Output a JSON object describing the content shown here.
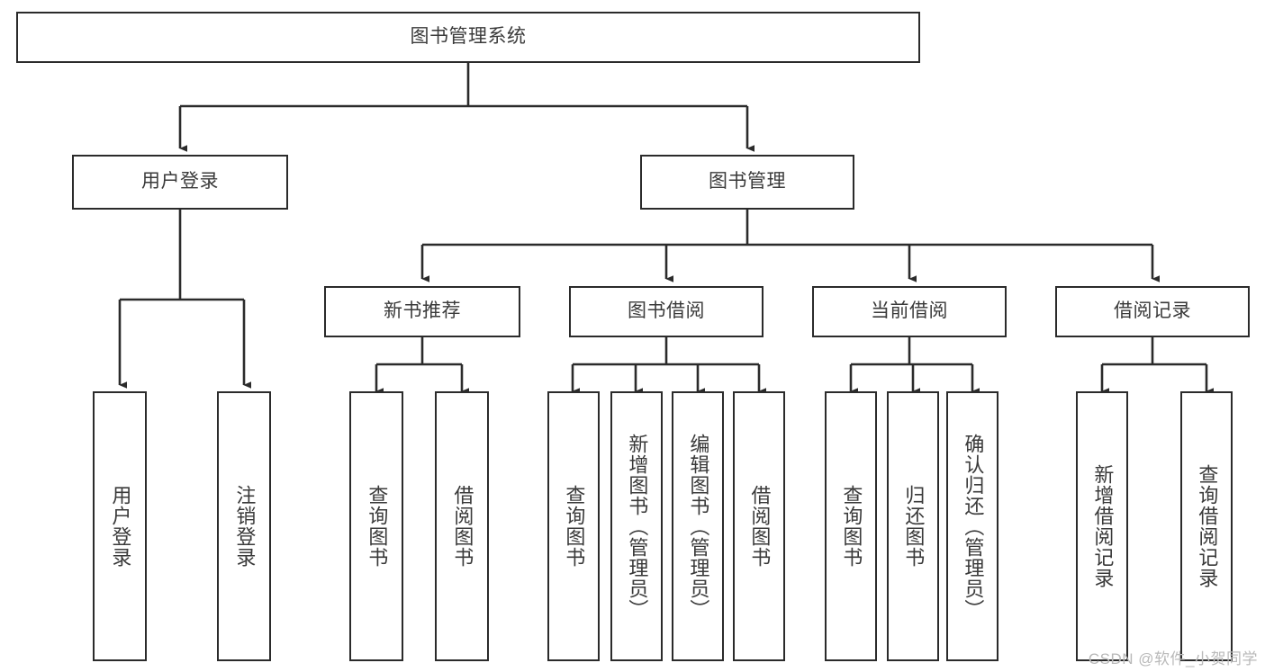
{
  "diagram": {
    "title": "图书管理系统",
    "type": "tree",
    "stroke_color": "#2b2b2b",
    "text_color": "#3a3a3a",
    "background_color": "#ffffff",
    "nodes": {
      "root": {
        "label": "图书管理系统"
      },
      "level2": [
        {
          "id": "user-login",
          "label": "用户登录"
        },
        {
          "id": "book-manage",
          "label": "图书管理"
        }
      ],
      "level3": [
        {
          "id": "new-book-recommend",
          "label": "新书推荐"
        },
        {
          "id": "book-borrow",
          "label": "图书借阅"
        },
        {
          "id": "current-borrow",
          "label": "当前借阅"
        },
        {
          "id": "borrow-record",
          "label": "借阅记录"
        }
      ],
      "leaves": {
        "user_login": [
          {
            "id": "leaf-user-login",
            "label": "用户登录"
          },
          {
            "id": "leaf-logout-login",
            "label": "注销登录"
          }
        ],
        "new_book_recommend": [
          {
            "id": "leaf-query-book-1",
            "label": "查询图书"
          },
          {
            "id": "leaf-borrow-book-1",
            "label": "借阅图书"
          }
        ],
        "book_borrow": [
          {
            "id": "leaf-query-book-2",
            "label": "查询图书"
          },
          {
            "id": "leaf-add-book",
            "label": "新增图书（管理员）"
          },
          {
            "id": "leaf-edit-book",
            "label": "编辑图书（管理员）"
          },
          {
            "id": "leaf-borrow-book-2",
            "label": "借阅图书"
          }
        ],
        "current_borrow": [
          {
            "id": "leaf-query-book-3",
            "label": "查询图书"
          },
          {
            "id": "leaf-return-book",
            "label": "归还图书"
          },
          {
            "id": "leaf-confirm-return",
            "label": "确认归还（管理员）"
          }
        ],
        "borrow_record": [
          {
            "id": "leaf-add-borrow-record",
            "label": "新增借阅记录"
          },
          {
            "id": "leaf-query-borrow-record",
            "label": "查询借阅记录"
          }
        ]
      }
    }
  },
  "watermark": {
    "text": "CSDN @软件_小贺同学"
  }
}
